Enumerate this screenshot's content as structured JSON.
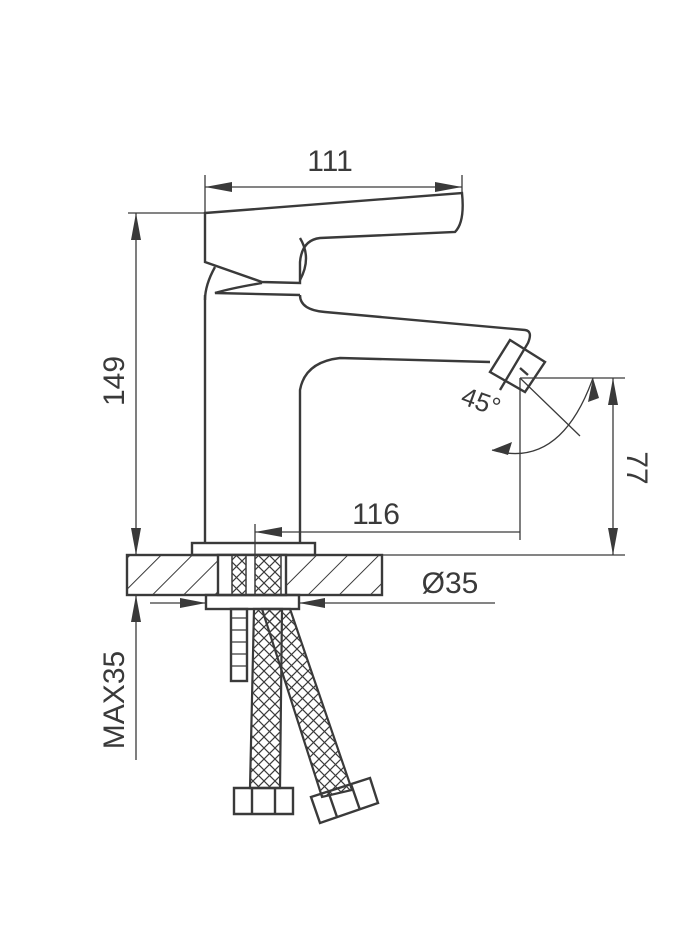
{
  "dimensions": {
    "spout_reach_top": "111",
    "total_height": "149",
    "spout_reach_base": "116",
    "spout_height": "77",
    "hole_diameter": "Ø35",
    "max_deck_thickness": "MAX35",
    "spout_angle": "45°"
  }
}
